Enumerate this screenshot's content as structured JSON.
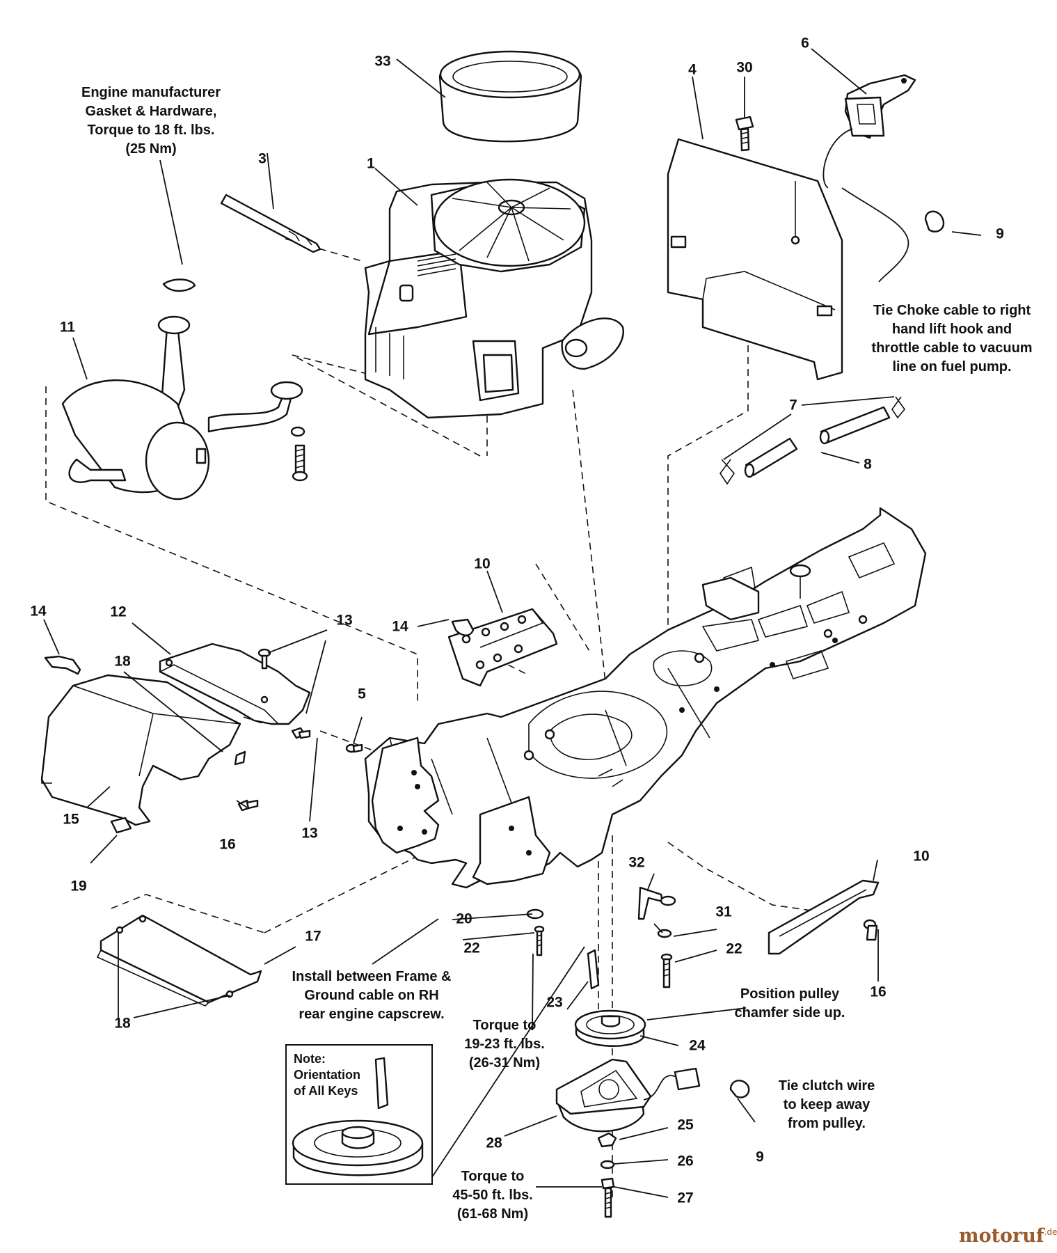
{
  "part_numbers": [
    "1",
    "3",
    "4",
    "5",
    "6",
    "7",
    "8",
    "9",
    "9",
    "10",
    "10",
    "11",
    "12",
    "13",
    "13",
    "14",
    "14",
    "15",
    "16",
    "16",
    "17",
    "18",
    "18",
    "19",
    "20",
    "22",
    "22",
    "23",
    "24",
    "25",
    "26",
    "27",
    "28",
    "30",
    "31",
    "32",
    "33"
  ],
  "notes": {
    "engine_gasket": [
      "Engine manufacturer",
      "Gasket & Hardware,",
      "Torque to 18 ft. lbs.",
      "(25 Nm)"
    ],
    "tie_choke": [
      "Tie Choke cable to right",
      "hand lift hook and",
      "throttle cable to vacuum",
      "line on fuel pump."
    ],
    "ground_cable": [
      "Install between Frame &",
      "Ground cable on RH",
      "rear engine capscrew."
    ],
    "torque_19_23": [
      "Torque to",
      "19-23 ft. lbs.",
      "(26-31 Nm)"
    ],
    "pulley_position": [
      "Position pulley",
      "chamfer side up."
    ],
    "tie_clutch": [
      "Tie clutch wire",
      "to keep away",
      "from pulley."
    ],
    "torque_45_50": [
      "Torque to",
      "45-50 ft. lbs.",
      "(61-68 Nm)"
    ],
    "key_orientation": [
      "Note:",
      "Orientation",
      "of All Keys"
    ]
  },
  "watermark": {
    "text": "motoruf",
    "suffix": ".de"
  },
  "colors": {
    "line": "#111111",
    "watermark": "#9a5a2a"
  }
}
